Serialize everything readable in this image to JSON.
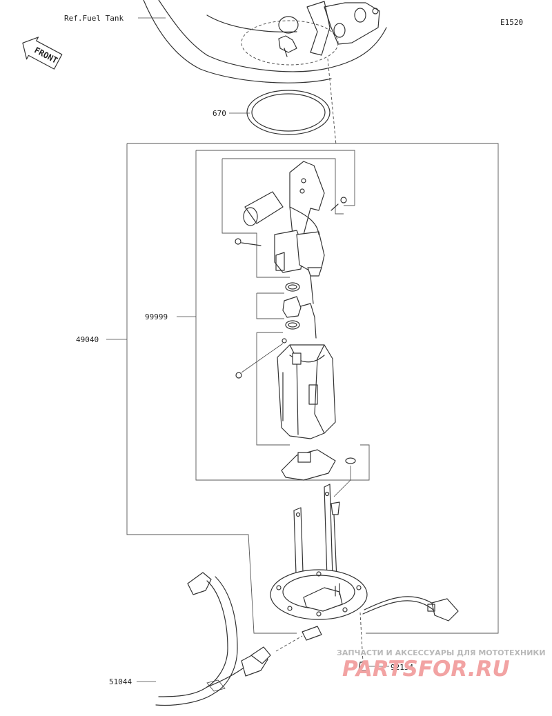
{
  "diagram": {
    "code": "E1520",
    "front_label": "FRONT",
    "ref_label": "Ref.Fuel Tank",
    "parts": [
      {
        "number": "670"
      },
      {
        "number": "99999"
      },
      {
        "number": "49040"
      },
      {
        "number": "92154"
      },
      {
        "number": "51044"
      }
    ]
  },
  "watermark": {
    "top_text": "ЗАПЧАСТИ И АКСЕССУАРЫ ДЛЯ МОТОТЕХНИКИ",
    "brand_text": "PARTSFOR.RU"
  }
}
